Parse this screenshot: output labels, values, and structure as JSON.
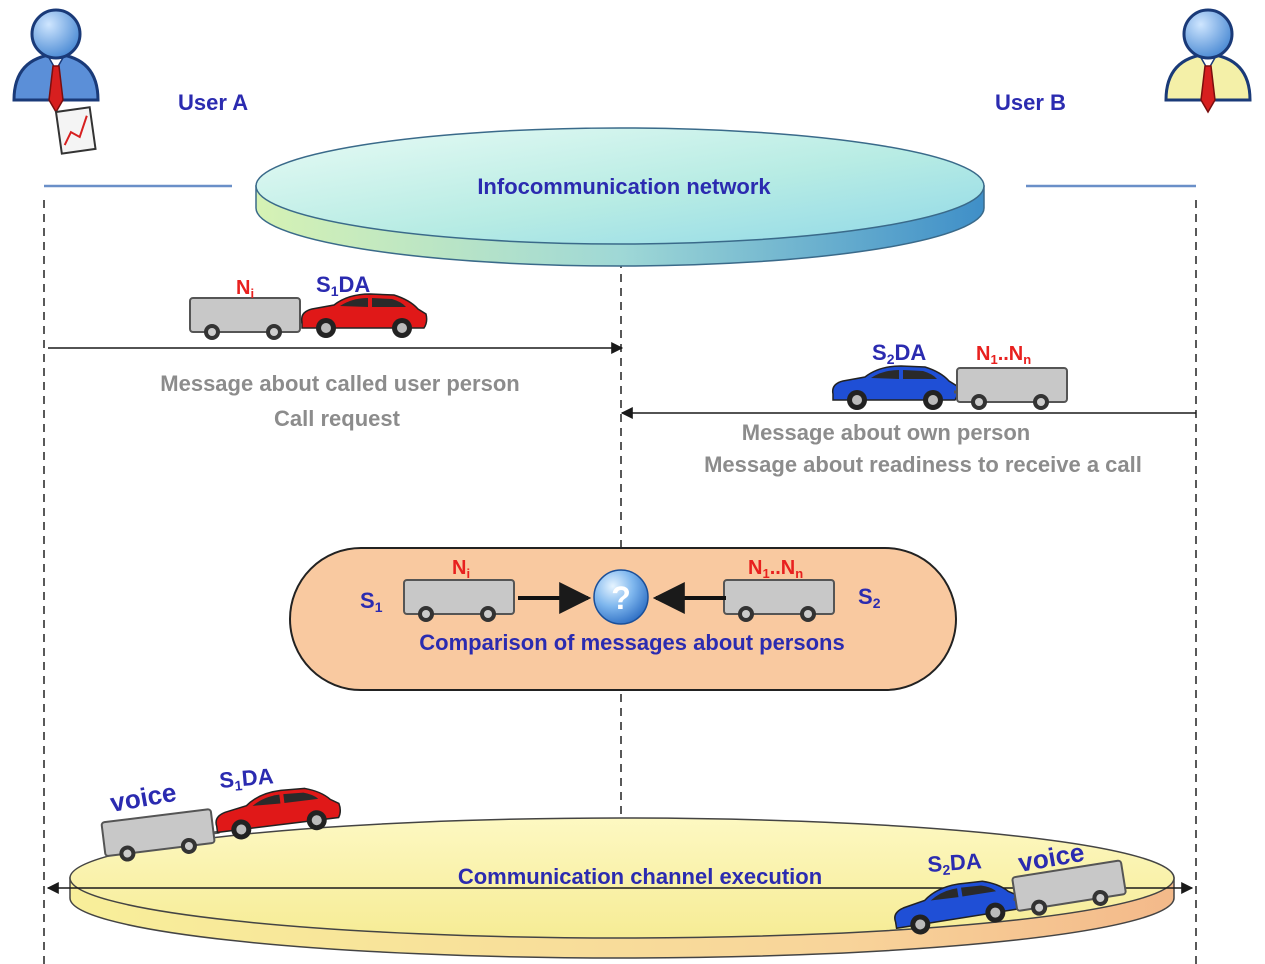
{
  "users": {
    "a": {
      "label": "User A"
    },
    "b": {
      "label": "User B"
    }
  },
  "network": {
    "label": "Infocommunication network"
  },
  "message_a": {
    "cargo": "N",
    "cargo_sub": "i",
    "vehicle": "S",
    "vehicle_sub": "1",
    "vehicle_suffix": "DA",
    "line1": "Message about called user person",
    "line2": "Call request"
  },
  "message_b": {
    "vehicle": "S",
    "vehicle_sub": "2",
    "vehicle_suffix": "DA",
    "cargo_a": "N",
    "cargo_a_sub": "1",
    "cargo_sep": "..N",
    "cargo_b_sub": "n",
    "line1": "Message about own person",
    "line2": "Message about readiness to receive a call"
  },
  "comparison": {
    "left_label": "S",
    "left_sub": "1",
    "right_label": "S",
    "right_sub": "2",
    "left_cargo": "N",
    "left_cargo_sub": "i",
    "right_cargo": "N",
    "right_cargo_sub": "1",
    "right_cargo_sep": "..N",
    "right_cargo_sub2": "n",
    "symbol": "?",
    "caption": "Comparison of messages about persons"
  },
  "channel": {
    "label": "Communication channel execution",
    "left_cargo": "voice",
    "left_vehicle": "S",
    "left_vehicle_sub": "1",
    "left_vehicle_suffix": "DA",
    "right_cargo": "voice",
    "right_vehicle": "S",
    "right_vehicle_sub": "2",
    "right_vehicle_suffix": "DA"
  },
  "colors": {
    "label_blue": "#2b2bb0",
    "label_red": "#e8201e",
    "label_gray": "#8c8c8c",
    "car_red": "#e01818",
    "car_blue": "#1f4fd6",
    "trailer_gray": "#c8c8c8",
    "compare_fill": "#f9c9a0",
    "channel_fill": "#fbf4a8",
    "network_fill": "#bfeee6"
  }
}
